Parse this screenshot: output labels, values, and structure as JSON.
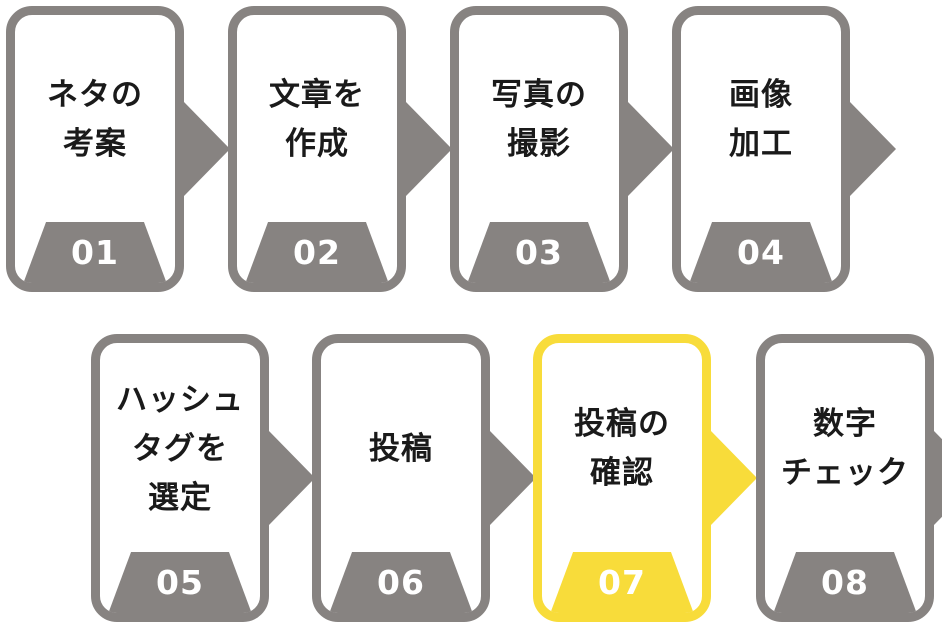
{
  "colors": {
    "step": "#878381",
    "highlight": "#f8dc3a",
    "text": "#1a1a1a",
    "number_text": "#ffffff"
  },
  "steps": [
    {
      "label": "ネタの\n考案",
      "number": "01",
      "highlighted": false
    },
    {
      "label": "文章を\n作成",
      "number": "02",
      "highlighted": false
    },
    {
      "label": "写真の\n撮影",
      "number": "03",
      "highlighted": false
    },
    {
      "label": "画像\n加工",
      "number": "04",
      "highlighted": false
    },
    {
      "label": "ハッシュ\nタグを\n選定",
      "number": "05",
      "highlighted": false
    },
    {
      "label": "投稿",
      "number": "06",
      "highlighted": false
    },
    {
      "label": "投稿の\n確認",
      "number": "07",
      "highlighted": true
    },
    {
      "label": "数字\nチェック",
      "number": "08",
      "highlighted": false
    }
  ]
}
